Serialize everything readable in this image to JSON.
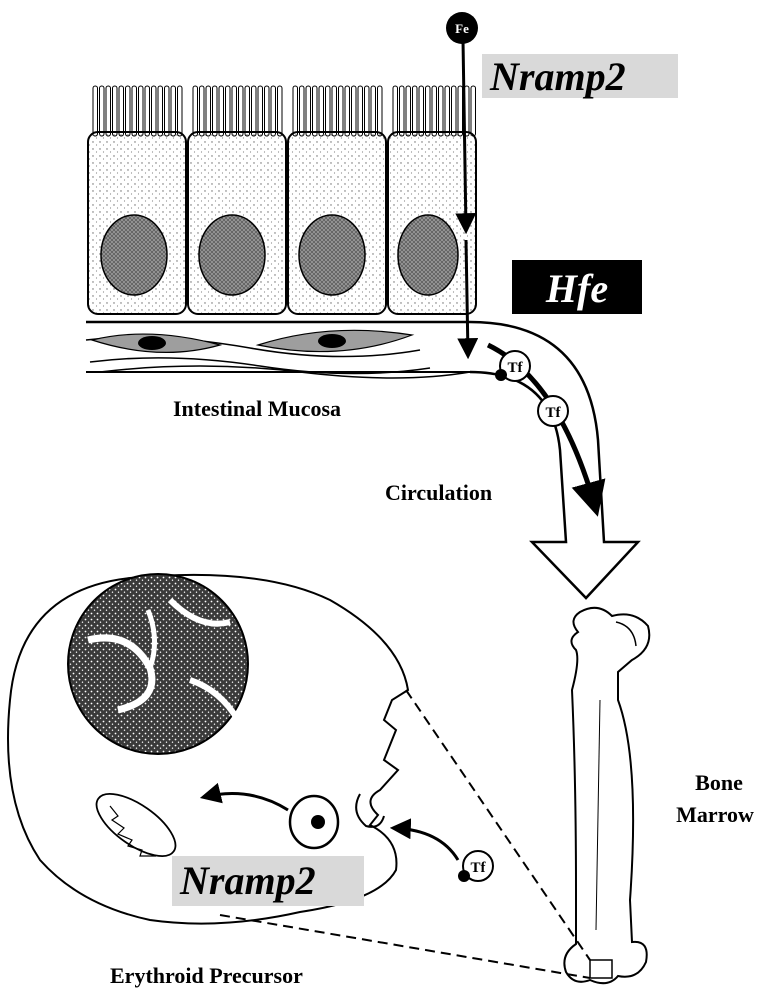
{
  "labels": {
    "fe": "Fe",
    "nramp2_top": "Nramp2",
    "hfe": "Hfe",
    "intestinal_mucosa": "Intestinal Mucosa",
    "tf_1": "Tf",
    "tf_2": "Tf",
    "circulation": "Circulation",
    "bone_line1": "Bone",
    "bone_line2": "Marrow",
    "tf_3": "Tf",
    "nramp2_bottom": "Nramp2",
    "erythroid_precursor": "Erythroid Precursor"
  },
  "colors": {
    "ink": "#000000",
    "nramp_box": "#d9d9d9",
    "hfe_box": "#000000",
    "nucleus_fill": "#8a8a8a",
    "fibroblast_fill": "#9e9e9e"
  }
}
